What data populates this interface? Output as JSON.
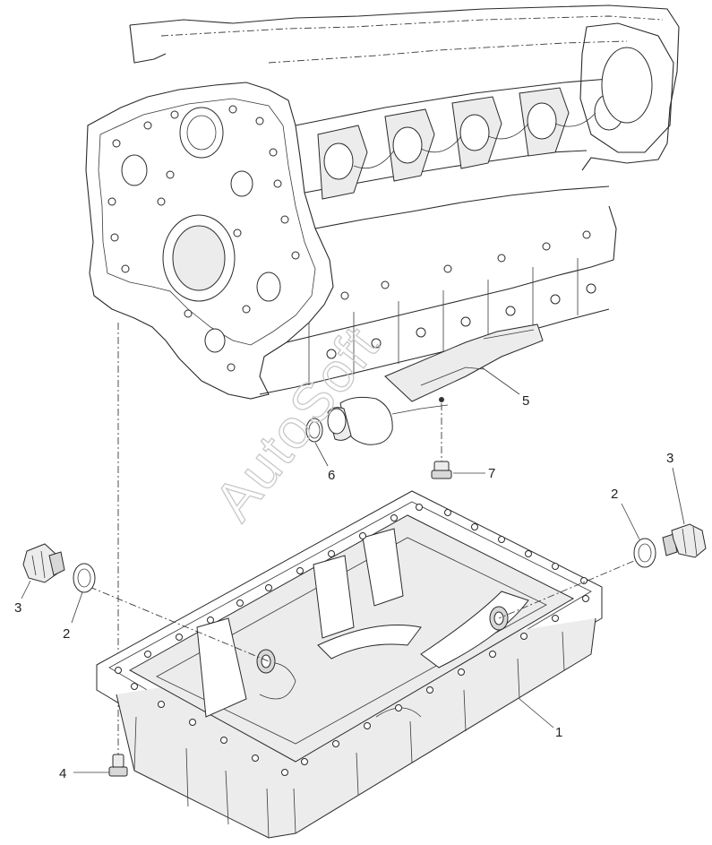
{
  "callouts": [
    {
      "id": "1",
      "label": "1",
      "part": "oil-pan"
    },
    {
      "id": "2a",
      "label": "2",
      "part": "gasket-left"
    },
    {
      "id": "2b",
      "label": "2",
      "part": "gasket-right"
    },
    {
      "id": "3a",
      "label": "3",
      "part": "drain-plug-left"
    },
    {
      "id": "3b",
      "label": "3",
      "part": "drain-plug-right"
    },
    {
      "id": "4",
      "label": "4",
      "part": "pan-bolt"
    },
    {
      "id": "5",
      "label": "5",
      "part": "oil-strainer"
    },
    {
      "id": "6",
      "label": "6",
      "part": "o-ring"
    },
    {
      "id": "7",
      "label": "7",
      "part": "strainer-bolt"
    }
  ],
  "watermark": "AutoSoft"
}
